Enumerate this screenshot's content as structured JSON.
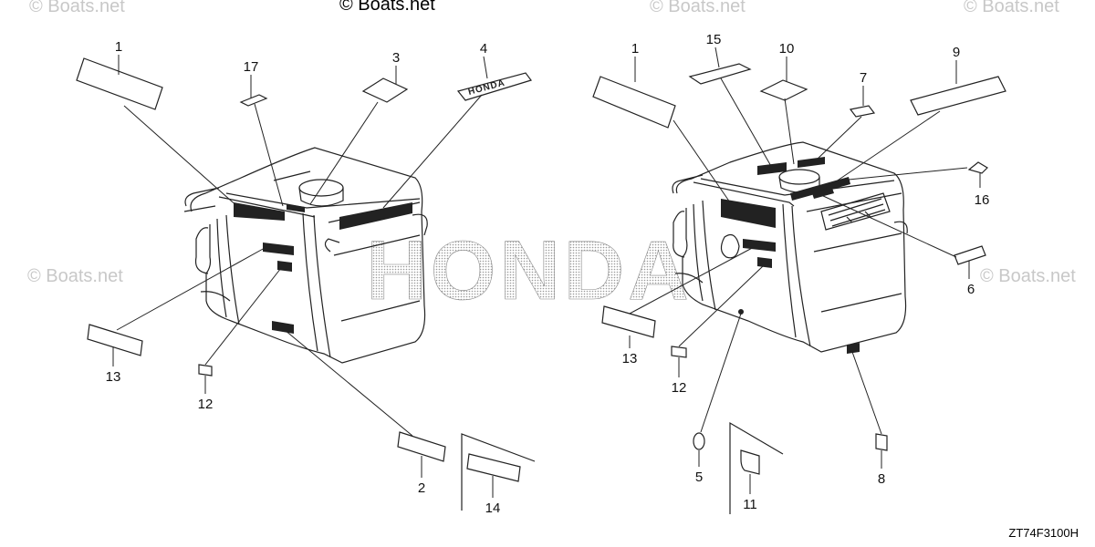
{
  "watermarks": {
    "main": "© Boats.net",
    "faint": "© Boats.net"
  },
  "brand_text": "HONDA",
  "decal_text": "HONDA",
  "diagram_code": "ZT74F3100H",
  "callouts_left": [
    "1",
    "17",
    "3",
    "4",
    "13",
    "12",
    "2",
    "14"
  ],
  "callouts_right": [
    "1",
    "15",
    "10",
    "7",
    "9",
    "16",
    "6",
    "13",
    "12",
    "5",
    "11",
    "8"
  ]
}
